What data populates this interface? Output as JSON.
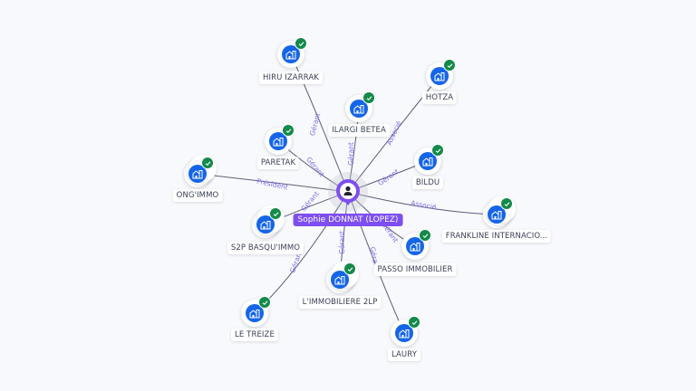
{
  "center": {
    "name": "Sophie DONNAT (LOPEZ)",
    "icon": "person-icon",
    "color": "#7d4ef0"
  },
  "colors": {
    "company_node": "#1565e8",
    "verified_badge": "#138a4a",
    "edge_label": "#7b6cf0"
  },
  "nodes": [
    {
      "id": "hiru",
      "label": "HIRU IZARRAK",
      "relation": "Gérant",
      "icon": "company-building-icon",
      "verified": true,
      "stacked": false
    },
    {
      "id": "ilargi",
      "label": "ILARGI BETEA",
      "relation": "Gérant",
      "icon": "company-building-icon",
      "verified": true,
      "stacked": false
    },
    {
      "id": "hotza",
      "label": "HOTZA",
      "relation": "Associé",
      "icon": "company-building-icon",
      "verified": true,
      "stacked": false
    },
    {
      "id": "paretak",
      "label": "PARETAK",
      "relation": "Gérant",
      "icon": "company-building-icon",
      "verified": true,
      "stacked": false
    },
    {
      "id": "bildu",
      "label": "BILDU",
      "relation": "Gérant",
      "icon": "company-building-icon",
      "verified": true,
      "stacked": false
    },
    {
      "id": "ongimmo",
      "label": "ONG'IMMO",
      "relation": "Président",
      "icon": "company-building-icon",
      "verified": true,
      "stacked": true
    },
    {
      "id": "frankline",
      "label": "FRANKLINE INTERNACIO...",
      "relation": "Associé",
      "icon": "company-building-icon",
      "verified": true,
      "stacked": true
    },
    {
      "id": "s2p",
      "label": "S2P BASQU'IMMO",
      "relation": "Gérant",
      "icon": "company-building-icon",
      "verified": true,
      "stacked": true
    },
    {
      "id": "passo",
      "label": "PASSO IMMOBILIER",
      "relation": "Gérant",
      "icon": "company-building-icon",
      "verified": true,
      "stacked": false
    },
    {
      "id": "limmo",
      "label": "L'IMMOBILIERE 2LP",
      "relation": "Gérant",
      "icon": "company-building-icon",
      "verified": true,
      "stacked": true
    },
    {
      "id": "treize",
      "label": "LE TREIZE",
      "relation": "Gérant",
      "icon": "company-building-icon",
      "verified": true,
      "stacked": false
    },
    {
      "id": "laury",
      "label": "LAURY",
      "relation": "Gérant",
      "icon": "company-building-icon",
      "verified": true,
      "stacked": false
    }
  ]
}
